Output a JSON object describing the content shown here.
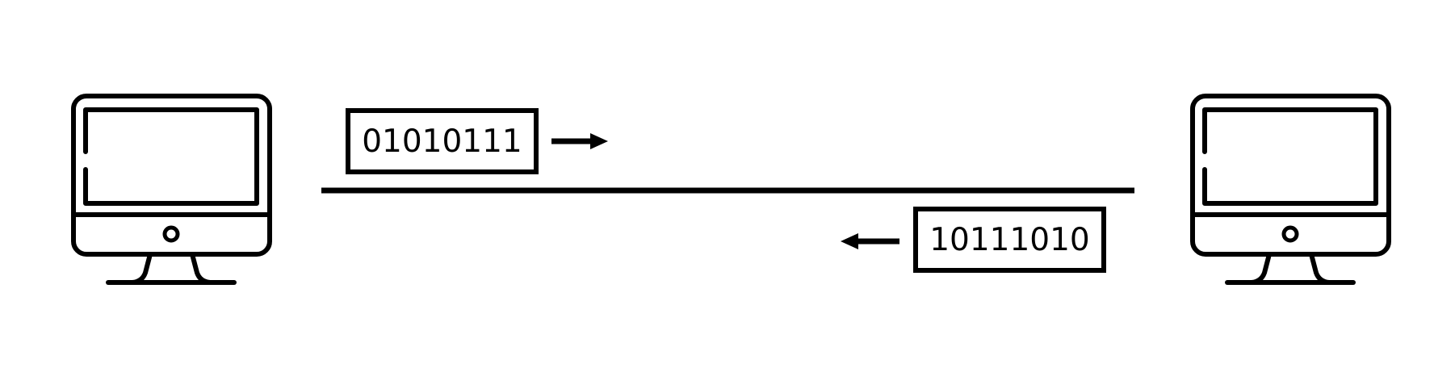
{
  "left_computer": {
    "icon": "desktop-monitor-icon"
  },
  "right_computer": {
    "icon": "desktop-monitor-icon"
  },
  "transmission_line": {
    "icon": "connection-line"
  },
  "packets": {
    "outgoing": {
      "bits": "01010111",
      "direction": "right",
      "arrow_icon": "arrow-right-icon"
    },
    "incoming": {
      "bits": "10111010",
      "direction": "left",
      "arrow_icon": "arrow-left-icon"
    }
  },
  "colors": {
    "stroke": "#000000",
    "background": "#ffffff"
  }
}
